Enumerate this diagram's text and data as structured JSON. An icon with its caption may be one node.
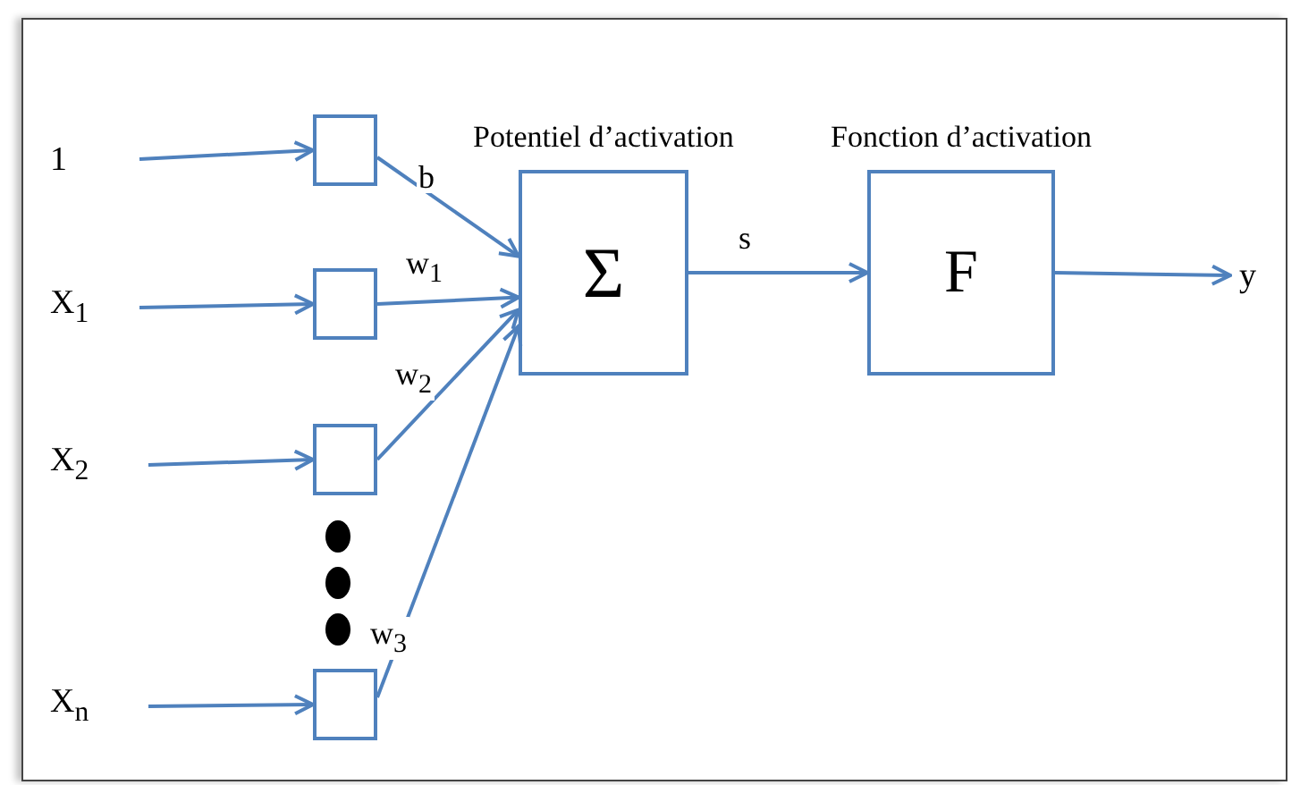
{
  "diagram": {
    "nodes": [
      {
        "text": [
          "1"
        ]
      },
      {
        "text": [
          "X$_{1}$"
        ]
      },
      {
        "text": [
          "X$_{2}$"
        ]
      },
      {
        "text": [
          "X$_{n}$"
        ]
      },
      {
        "text": [],
        "shape": "box"
      },
      {
        "text": [],
        "shape": "box"
      },
      {
        "text": [],
        "shape": "box"
      },
      {
        "text": [],
        "shape": "box"
      },
      {
        "text": [
          "Potentiel d’activation",
          "Σ"
        ]
      },
      {
        "text": [
          "Fonction d’activation",
          "F"
        ]
      },
      {
        "text": [
          "y"
        ]
      }
    ],
    "edges": [
      {
        "from": 0,
        "to": 4,
        "arrow": "to"
      },
      {
        "from": 1,
        "to": 5,
        "arrow": "to"
      },
      {
        "from": 2,
        "to": 6,
        "arrow": "to"
      },
      {
        "from": 3,
        "to": 7,
        "arrow": "to"
      },
      {
        "from": 4,
        "to": 8,
        "arrow": "to",
        "label": "b"
      },
      {
        "from": 5,
        "to": 8,
        "arrow": "to",
        "label": "w$_{1}$"
      },
      {
        "from": 6,
        "to": 8,
        "arrow": "to",
        "label": "w$_{2}$"
      },
      {
        "from": 7,
        "to": 8,
        "arrow": "to",
        "label": "w$_{3}$"
      },
      {
        "from": 8,
        "to": 9,
        "arrow": "to",
        "label": "s"
      },
      {
        "from": 9,
        "to": 10,
        "arrow": "to"
      }
    ]
  }
}
